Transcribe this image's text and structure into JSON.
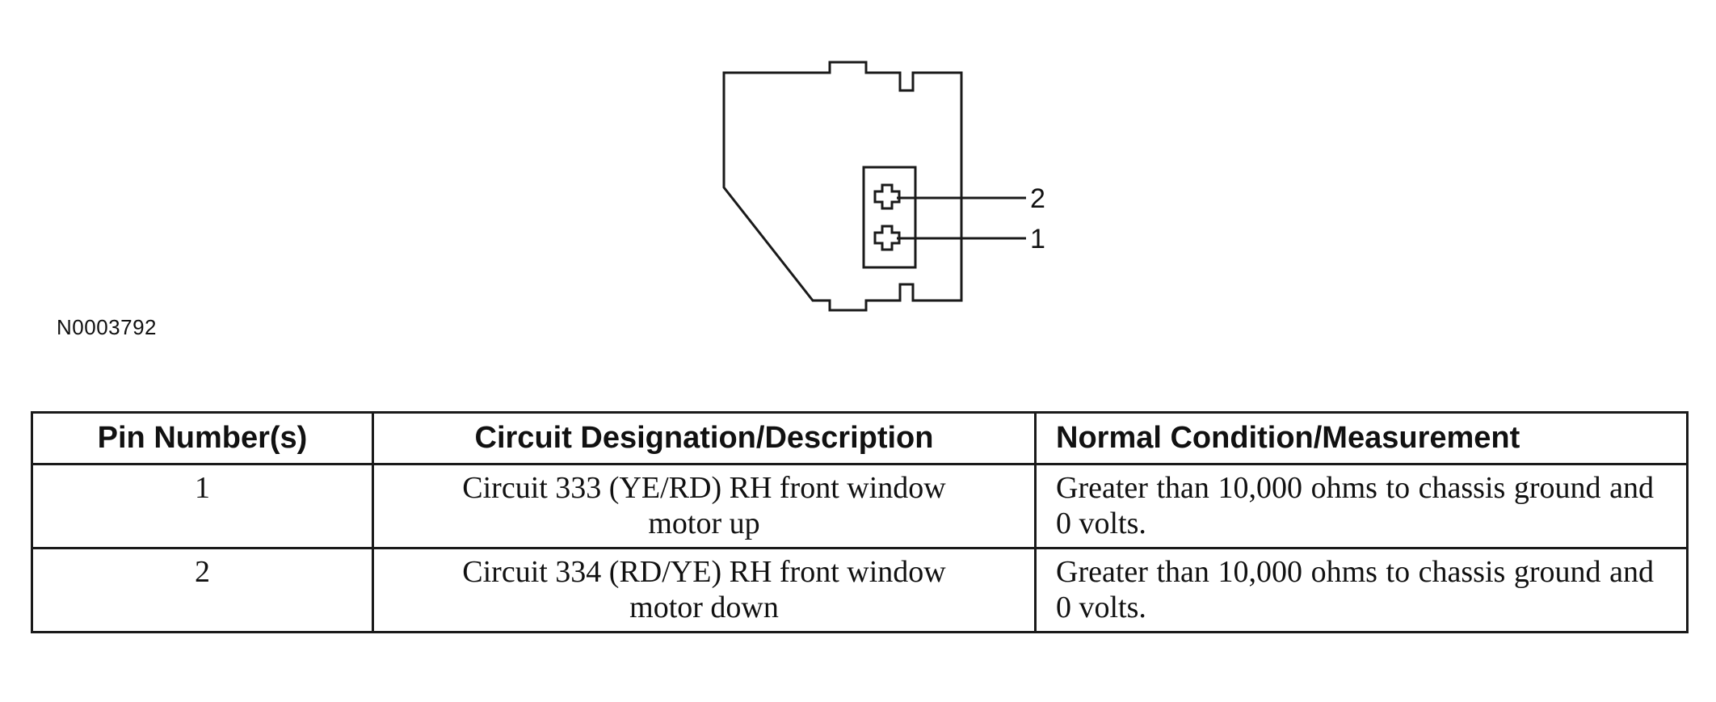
{
  "diagram": {
    "pin_labels": [
      "2",
      "1"
    ],
    "figure_id": "N0003792"
  },
  "table": {
    "headers": {
      "pin": "Pin Number(s)",
      "circuit": "Circuit Designation/Description",
      "condition": "Normal Condition/Measurement"
    },
    "rows": [
      {
        "pin": "1",
        "circuit": "Circuit 333 (YE/RD) RH front window motor up",
        "condition": "Greater than 10,000 ohms to chassis ground and 0 volts."
      },
      {
        "pin": "2",
        "circuit": "Circuit 334 (RD/YE) RH front window motor down",
        "condition": "Greater than 10,000 ohms to chassis ground and 0 volts."
      }
    ]
  }
}
